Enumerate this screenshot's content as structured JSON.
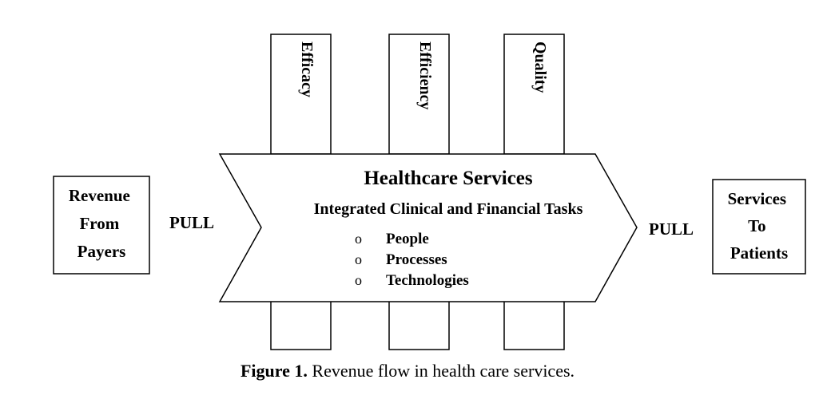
{
  "left_box": {
    "lines": [
      "Revenue",
      "From",
      "Payers"
    ]
  },
  "right_box": {
    "lines": [
      "Services",
      "To",
      "Patients"
    ]
  },
  "pull_left": "PULL",
  "pull_right": "PULL",
  "pillars": [
    "Efficacy",
    "Efficiency",
    "Quality"
  ],
  "main": {
    "title": "Healthcare Services",
    "subtitle": "Integrated Clinical and Financial Tasks",
    "bullet_marker": "o",
    "bullets": [
      "People",
      "Processes",
      "Technologies"
    ]
  },
  "caption": {
    "lead": "Figure 1.",
    "text": " Revenue flow in health care services."
  }
}
